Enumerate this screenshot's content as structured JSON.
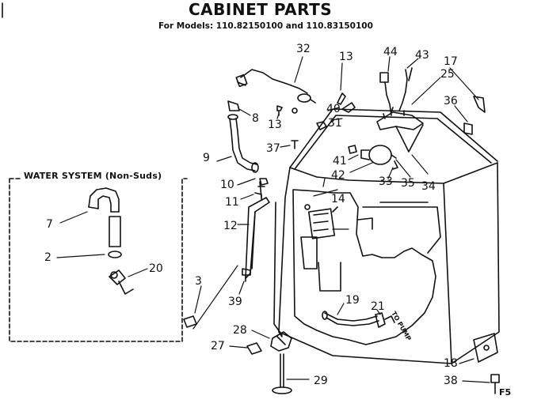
{
  "diagram": {
    "title": "CABINET PARTS",
    "subtitle": "For Models: 110.82150100 and 110.83150100",
    "inset_title": "WATER SYSTEM (Non-Suds)",
    "page_code": "F5",
    "callouts": [
      "32",
      "13",
      "44",
      "43",
      "17",
      "25",
      "40",
      "31",
      "36",
      "8",
      "13",
      "37",
      "9",
      "41",
      "42",
      "33",
      "35",
      "34",
      "10",
      "14",
      "11",
      "12",
      "7",
      "2",
      "20",
      "3",
      "39",
      "19",
      "21",
      "28",
      "27",
      "29",
      "18",
      "38"
    ],
    "pump_note": "TO PUMP"
  }
}
